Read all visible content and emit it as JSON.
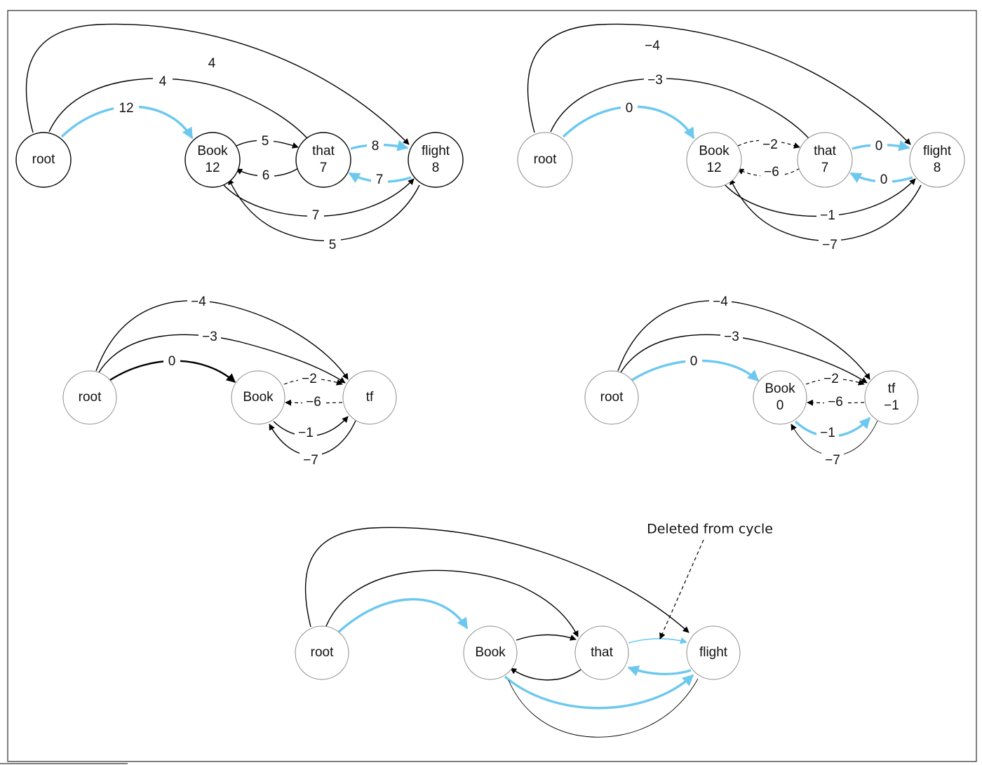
{
  "colors": {
    "highlight": "#6dc8f0",
    "edge": "#000000",
    "node_border": "#000000",
    "node_border_light": "#8a8a8a",
    "background": "#ffffff"
  },
  "diagrams": [
    {
      "id": "d1",
      "nodes": [
        {
          "id": "root",
          "lines": [
            "root"
          ]
        },
        {
          "id": "book",
          "lines": [
            "Book",
            "12"
          ]
        },
        {
          "id": "that",
          "lines": [
            "that",
            "7"
          ]
        },
        {
          "id": "flight",
          "lines": [
            "flight",
            "8"
          ]
        }
      ],
      "edges": [
        {
          "id": "root-flight",
          "from": "root",
          "to": "flight",
          "weight": "4"
        },
        {
          "id": "root-that",
          "from": "root",
          "to": "that",
          "weight": "4"
        },
        {
          "id": "root-book",
          "from": "root",
          "to": "book",
          "weight": "12",
          "highlight": true
        },
        {
          "id": "book-that",
          "from": "book",
          "to": "that",
          "weight": "5"
        },
        {
          "id": "that-book",
          "from": "that",
          "to": "book",
          "weight": "6"
        },
        {
          "id": "that-flight",
          "from": "that",
          "to": "flight",
          "weight": "8",
          "highlight": true
        },
        {
          "id": "flight-that",
          "from": "flight",
          "to": "that",
          "weight": "7",
          "highlight": true
        },
        {
          "id": "book-flight",
          "from": "book",
          "to": "flight",
          "weight": "7"
        },
        {
          "id": "flight-book",
          "from": "flight",
          "to": "book",
          "weight": "5"
        }
      ]
    },
    {
      "id": "d2",
      "nodes": [
        {
          "id": "root",
          "lines": [
            "root"
          ]
        },
        {
          "id": "book",
          "lines": [
            "Book",
            "12"
          ]
        },
        {
          "id": "that",
          "lines": [
            "that",
            "7"
          ]
        },
        {
          "id": "flight",
          "lines": [
            "flight",
            "8"
          ]
        }
      ],
      "edges": [
        {
          "id": "root-flight",
          "from": "root",
          "to": "flight",
          "weight": "-4"
        },
        {
          "id": "root-that",
          "from": "root",
          "to": "that",
          "weight": "-3"
        },
        {
          "id": "root-book",
          "from": "root",
          "to": "book",
          "weight": "0",
          "highlight": true
        },
        {
          "id": "book-that",
          "from": "book",
          "to": "that",
          "weight": "-2"
        },
        {
          "id": "that-book",
          "from": "that",
          "to": "book",
          "weight": "-6"
        },
        {
          "id": "that-flight",
          "from": "that",
          "to": "flight",
          "weight": "0",
          "highlight": true
        },
        {
          "id": "flight-that",
          "from": "flight",
          "to": "that",
          "weight": "0",
          "highlight": true
        },
        {
          "id": "book-flight",
          "from": "book",
          "to": "flight",
          "weight": "-1"
        },
        {
          "id": "flight-book",
          "from": "flight",
          "to": "book",
          "weight": "-7"
        }
      ]
    },
    {
      "id": "d3",
      "nodes": [
        {
          "id": "root",
          "lines": [
            "root"
          ]
        },
        {
          "id": "book",
          "lines": [
            "Book"
          ]
        },
        {
          "id": "tf",
          "lines": [
            "tf"
          ]
        }
      ],
      "edges": [
        {
          "id": "root-tf-outer",
          "from": "root",
          "to": "tf",
          "weight": "-4"
        },
        {
          "id": "root-tf-inner",
          "from": "root",
          "to": "tf",
          "weight": "-3"
        },
        {
          "id": "root-book",
          "from": "root",
          "to": "book",
          "weight": "0",
          "bold": true
        },
        {
          "id": "book-tf",
          "from": "book",
          "to": "tf",
          "weight": "-2"
        },
        {
          "id": "tf-book",
          "from": "tf",
          "to": "book",
          "weight": "-6"
        },
        {
          "id": "book-tf-low",
          "from": "book",
          "to": "tf",
          "weight": "-1"
        },
        {
          "id": "tf-book-low",
          "from": "tf",
          "to": "book",
          "weight": "-7"
        }
      ]
    },
    {
      "id": "d4",
      "nodes": [
        {
          "id": "root",
          "lines": [
            "root"
          ]
        },
        {
          "id": "book",
          "lines": [
            "Book",
            "0"
          ]
        },
        {
          "id": "tf",
          "lines": [
            "tf",
            "-1"
          ]
        }
      ],
      "edges": [
        {
          "id": "root-tf-outer",
          "from": "root",
          "to": "tf",
          "weight": "-4"
        },
        {
          "id": "root-tf-inner",
          "from": "root",
          "to": "tf",
          "weight": "-3"
        },
        {
          "id": "root-book",
          "from": "root",
          "to": "book",
          "weight": "0",
          "highlight": true
        },
        {
          "id": "book-tf",
          "from": "book",
          "to": "tf",
          "weight": "-2"
        },
        {
          "id": "tf-book",
          "from": "tf",
          "to": "book",
          "weight": "-6"
        },
        {
          "id": "book-tf-low",
          "from": "book",
          "to": "tf",
          "weight": "-1",
          "highlight": true
        },
        {
          "id": "tf-book-low",
          "from": "tf",
          "to": "book",
          "weight": "-7"
        }
      ]
    },
    {
      "id": "d5",
      "nodes": [
        {
          "id": "root",
          "lines": [
            "root"
          ]
        },
        {
          "id": "book",
          "lines": [
            "Book"
          ]
        },
        {
          "id": "that",
          "lines": [
            "that"
          ]
        },
        {
          "id": "flight",
          "lines": [
            "flight"
          ]
        }
      ],
      "edges": [
        {
          "id": "root-flight",
          "from": "root",
          "to": "flight"
        },
        {
          "id": "root-that",
          "from": "root",
          "to": "that"
        },
        {
          "id": "root-book",
          "from": "root",
          "to": "book",
          "highlight": true
        },
        {
          "id": "book-that",
          "from": "book",
          "to": "that"
        },
        {
          "id": "that-book",
          "from": "that",
          "to": "book"
        },
        {
          "id": "that-flight",
          "from": "that",
          "to": "flight",
          "deleted": true
        },
        {
          "id": "flight-that",
          "from": "flight",
          "to": "that",
          "highlight": true
        },
        {
          "id": "book-flight",
          "from": "book",
          "to": "flight",
          "highlight": true
        },
        {
          "id": "flight-book",
          "from": "flight",
          "to": "book"
        }
      ],
      "annotation": "Deleted from cycle"
    }
  ]
}
